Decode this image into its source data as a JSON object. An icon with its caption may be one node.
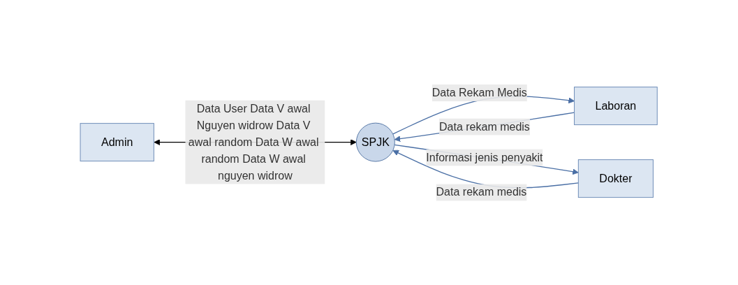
{
  "diagram": {
    "nodes": [
      {
        "text": [
          "Admin"
        ]
      },
      {
        "text": [
          "SPJK"
        ]
      },
      {
        "text": [
          "Laboran"
        ]
      },
      {
        "text": [
          "Dokter"
        ]
      }
    ],
    "edges": [
      {
        "from": 0,
        "to": 1,
        "arrow": "both",
        "label": "Data User Data V awal Nguyen widrow Data V awal random Data W awal random Data W awal nguyen widrow",
        "color": "#000000"
      },
      {
        "from": 2,
        "to": 1,
        "arrow": "to",
        "label": "Data rekam medis"
      },
      {
        "from": 1,
        "to": 2,
        "arrow": "to",
        "label": "Data Rekam Medis"
      },
      {
        "from": 1,
        "to": 3,
        "arrow": "to",
        "label": "Informasi jenis penyakit"
      },
      {
        "from": 3,
        "to": 1,
        "arrow": "to",
        "label": "Data rekam medis"
      }
    ]
  }
}
